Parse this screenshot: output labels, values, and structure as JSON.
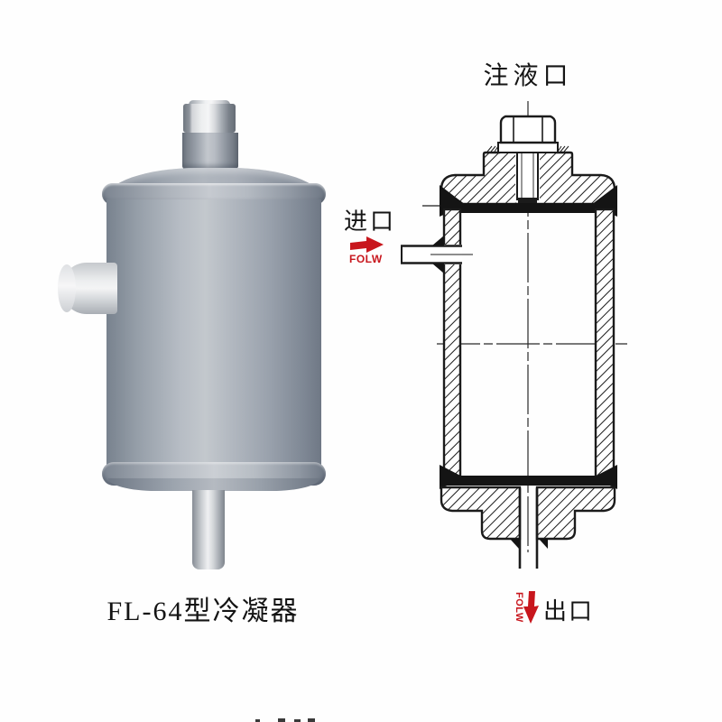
{
  "photo": {
    "caption": "FL-64型冷凝器"
  },
  "drawing": {
    "labels": {
      "fill_port": "注液口",
      "inlet": "进口",
      "outlet": "出口",
      "inlet_flow": "FOLW",
      "outlet_flow": "FOLW"
    },
    "colors": {
      "ink": "#1b1b1b",
      "flow_red": "#c8161d"
    }
  }
}
